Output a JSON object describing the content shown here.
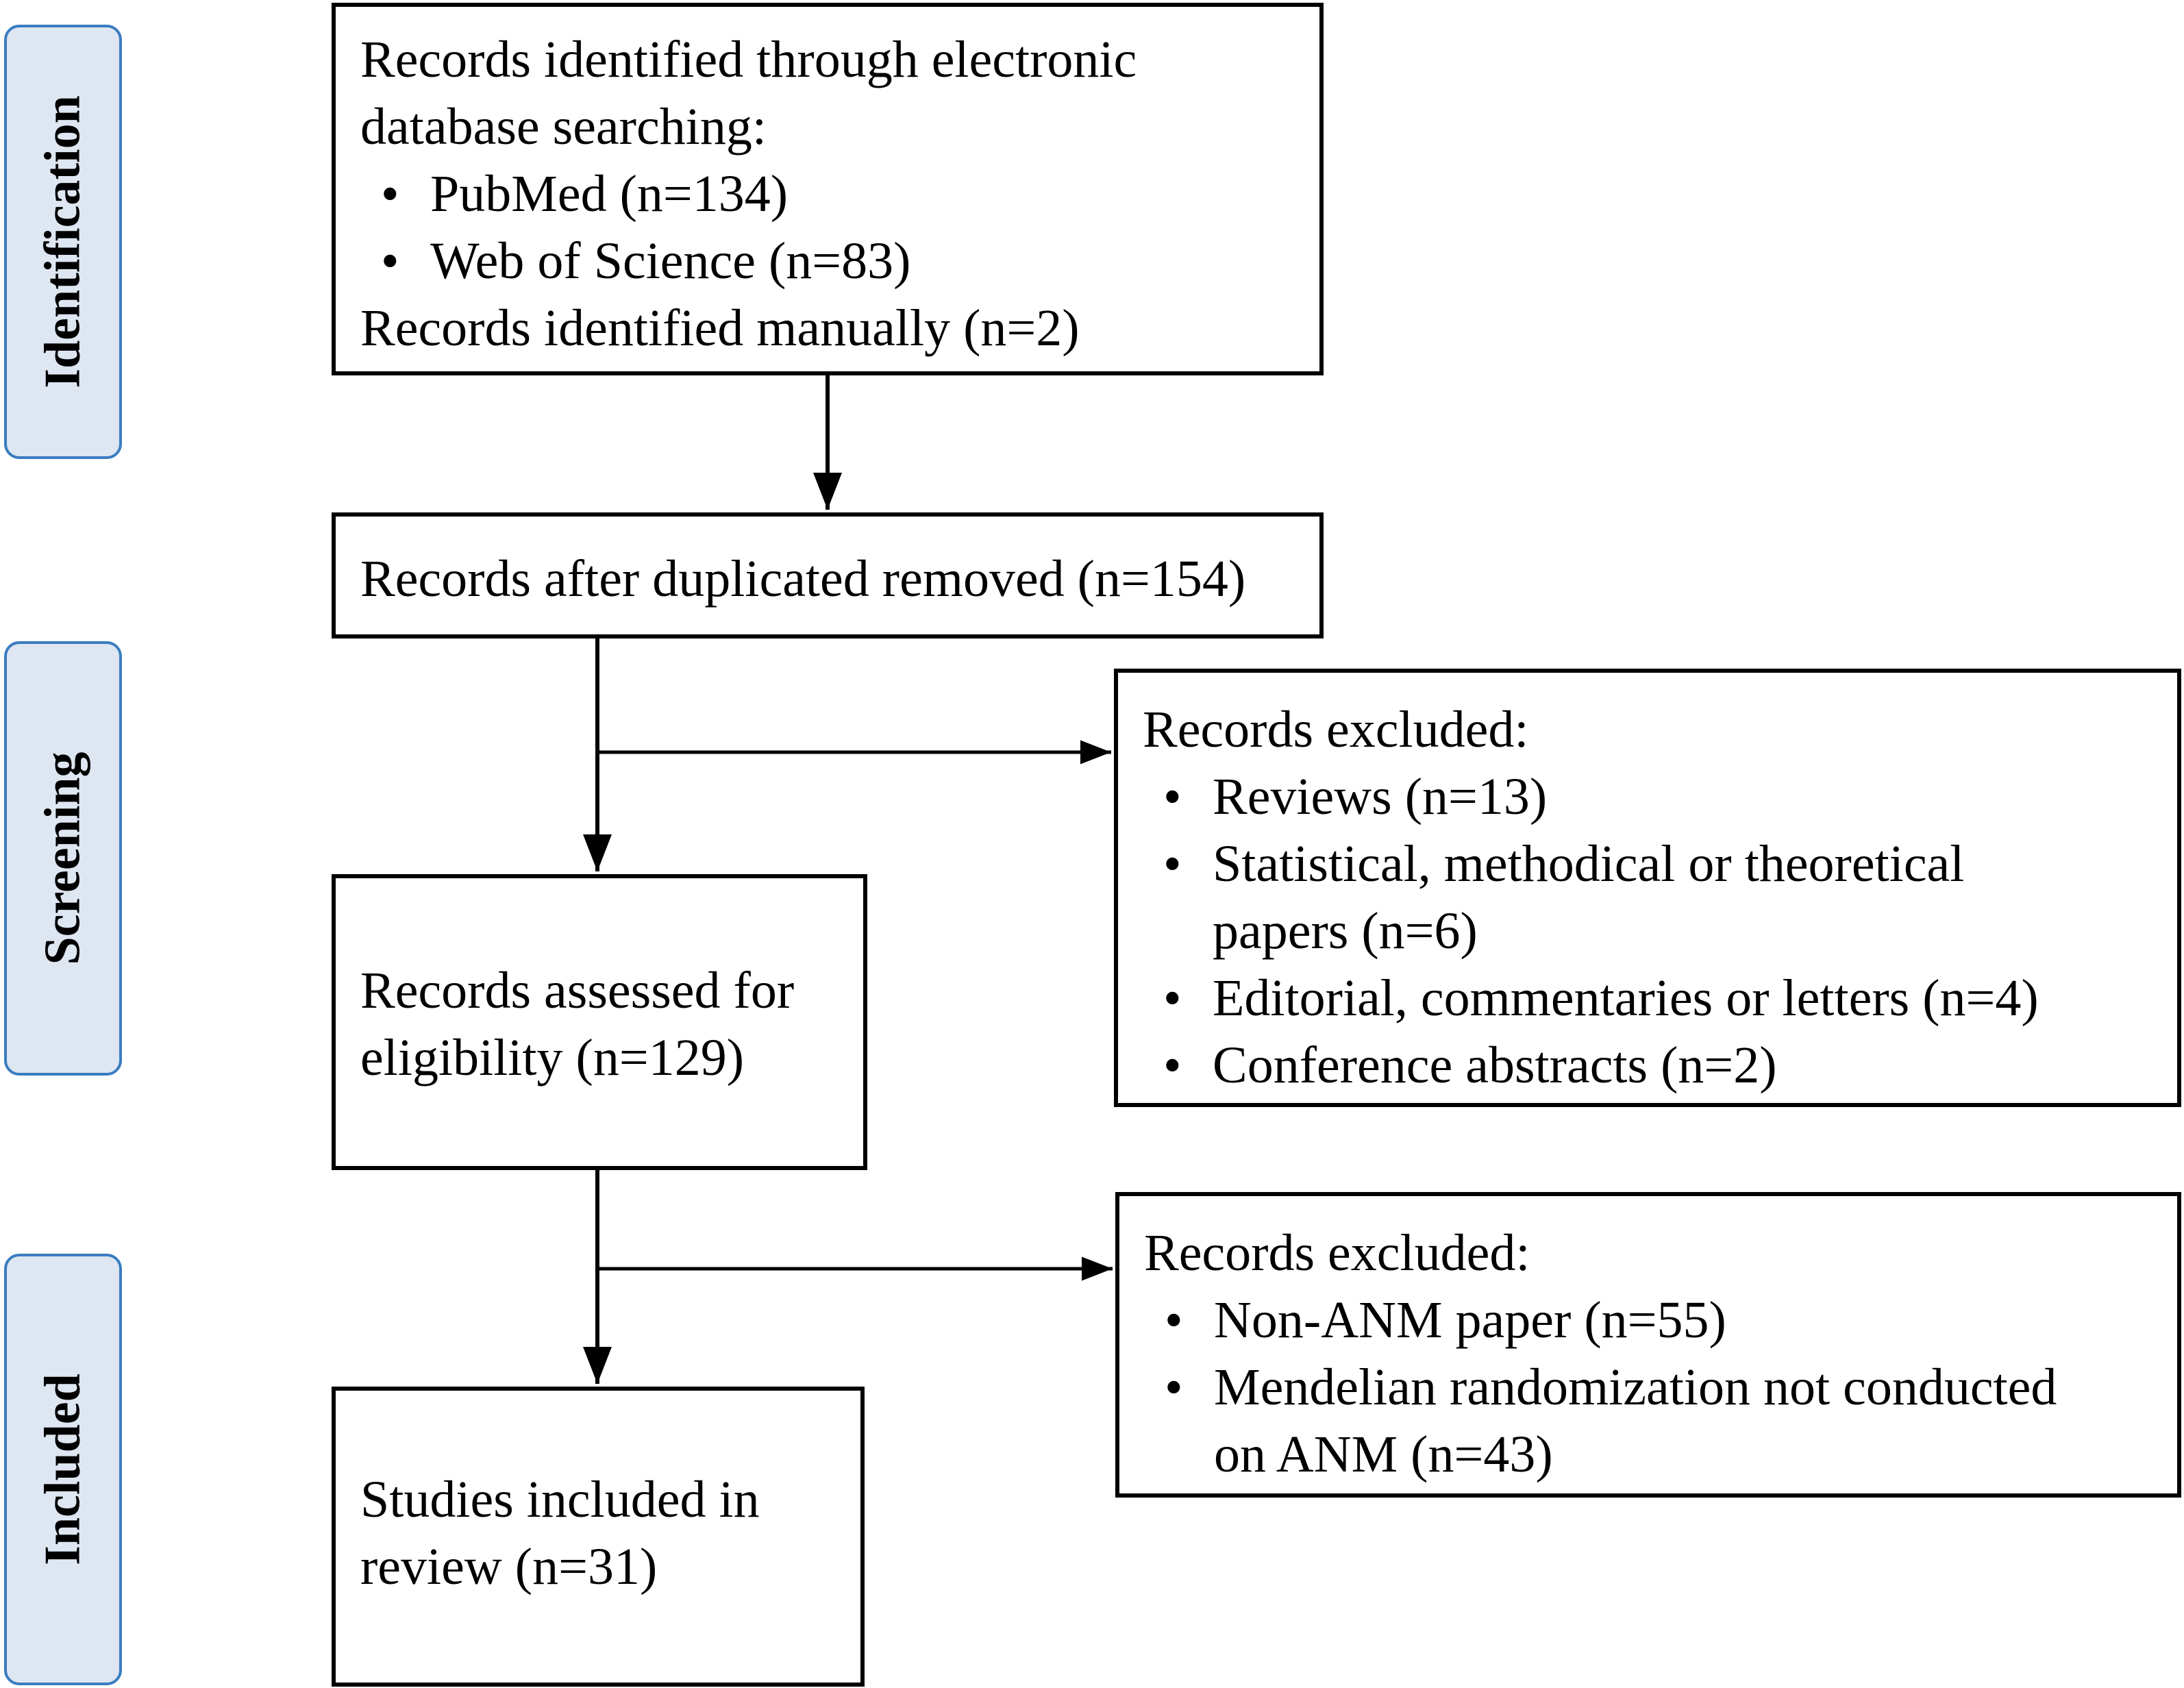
{
  "stages": {
    "identification": "Identification",
    "screening": "Screening",
    "included": "Included"
  },
  "identified": {
    "line1": "Records identified through electronic",
    "line2": "database searching:",
    "items": [
      "PubMed (n=134)",
      "Web of Science (n=83)"
    ],
    "manual": "Records identified manually (n=2)"
  },
  "dedup": {
    "text": "Records after duplicated removed (n=154)"
  },
  "assessed": {
    "line1": "Records assessed for",
    "line2": "eligibility (n=129)"
  },
  "included": {
    "line1": "Studies included in",
    "line2": "review (n=31)"
  },
  "excluded_screening": {
    "title": "Records excluded:",
    "items": [
      "Reviews (n=13)",
      "Statistical, methodical or theoretical",
      "Editorial, commentaries or letters (n=4)",
      "Conference abstracts (n=2)"
    ],
    "item2_cont": "papers (n=6)"
  },
  "excluded_eligibility": {
    "title": "Records excluded:",
    "items": [
      "Non-ANM paper (n=55)",
      "Mendelian randomization not conducted"
    ],
    "item2_cont": "on ANM (n=43)"
  },
  "colors": {
    "stage_border": "#3a7cc0",
    "stage_fill": "#dde6f1",
    "box_border": "#000000"
  }
}
